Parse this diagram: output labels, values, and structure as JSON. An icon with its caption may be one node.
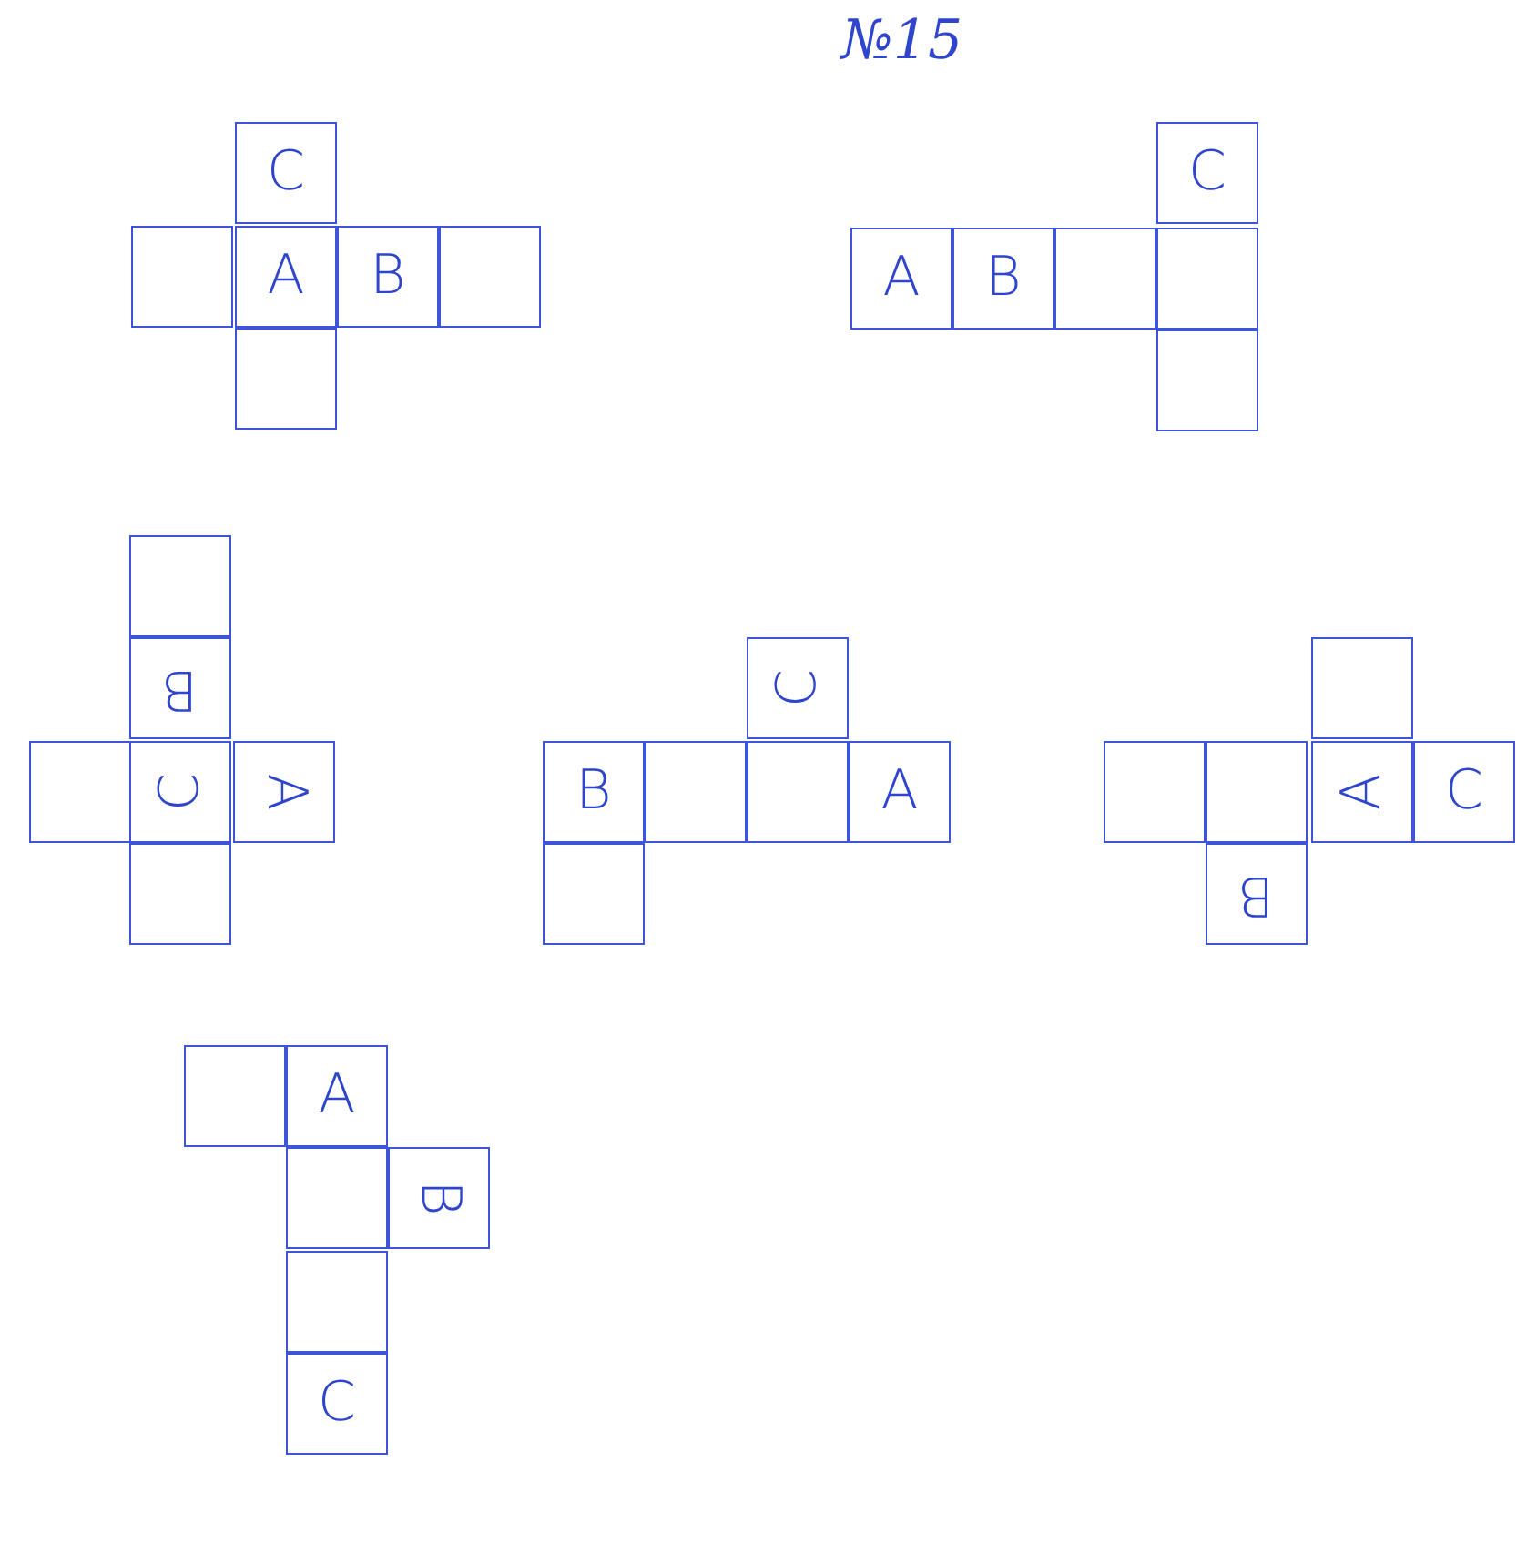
{
  "diagram": {
    "title": "№15",
    "nodes": [
      {
        "text": [
          "C"
        ]
      },
      {
        "text": [],
        "shape": "box"
      },
      {
        "text": [
          "A"
        ]
      },
      {
        "text": [
          "B"
        ]
      },
      {
        "text": [],
        "shape": "box"
      },
      {
        "text": [],
        "shape": "box"
      },
      {
        "text": [
          "C"
        ]
      },
      {
        "text": [
          "A"
        ]
      },
      {
        "text": [
          "B"
        ]
      },
      {
        "text": [],
        "shape": "box"
      },
      {
        "text": [],
        "shape": "box"
      },
      {
        "text": [],
        "shape": "box"
      },
      {
        "text": [],
        "shape": "box"
      },
      {
        "text": [
          "B"
        ]
      },
      {
        "text": [],
        "shape": "box"
      },
      {
        "text": [
          "C"
        ]
      },
      {
        "text": [
          "A"
        ]
      },
      {
        "text": [],
        "shape": "box"
      },
      {
        "text": [
          "C"
        ]
      },
      {
        "text": [
          "B"
        ]
      },
      {
        "text": [],
        "shape": "box"
      },
      {
        "text": [],
        "shape": "box"
      },
      {
        "text": [
          "A"
        ]
      },
      {
        "text": [],
        "shape": "box"
      },
      {
        "text": [],
        "shape": "box"
      },
      {
        "text": [],
        "shape": "box"
      },
      {
        "text": [],
        "shape": "box"
      },
      {
        "text": [
          "A"
        ]
      },
      {
        "text": [
          "C"
        ]
      },
      {
        "text": [
          "B"
        ]
      },
      {
        "text": [],
        "shape": "box"
      },
      {
        "text": [
          "A"
        ]
      },
      {
        "text": [],
        "shape": "box"
      },
      {
        "text": [
          "B"
        ]
      },
      {
        "text": [],
        "shape": "box"
      },
      {
        "text": [
          "C"
        ]
      }
    ]
  }
}
